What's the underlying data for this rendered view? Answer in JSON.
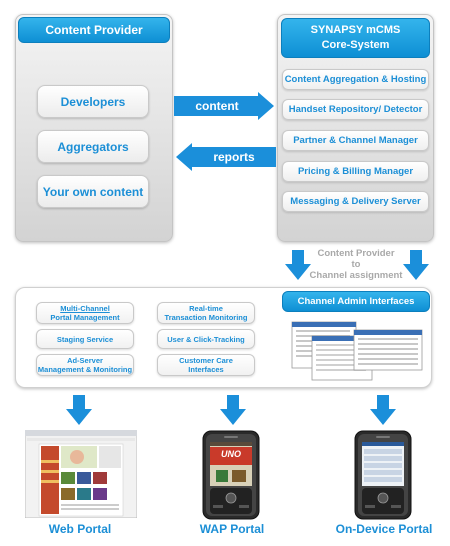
{
  "content_provider": {
    "header": "Content Provider",
    "items": [
      "Developers",
      "Aggregators",
      "Your own content"
    ]
  },
  "core_system": {
    "header_line1": "SYNAPSY mCMS",
    "header_line2": "Core-System",
    "items": [
      "Content Aggregation & Hosting",
      "Handset Repository/ Detector",
      "Partner & Channel Manager",
      "Pricing & Billing Manager",
      "Messaging & Delivery Server"
    ]
  },
  "flows": {
    "content": "content",
    "reports": "reports"
  },
  "assignment": {
    "line1": "Content Provider",
    "line2": "to",
    "line3": "Channel assignment"
  },
  "channel_admin": {
    "header": "Channel Admin Interfaces",
    "left_items": [
      {
        "line1": "Multi-Channel",
        "line2": "Portal Management"
      },
      {
        "line1": "Staging Service",
        "line2": ""
      },
      {
        "line1": "Ad-Server",
        "line2": "Management & Monitoring"
      }
    ],
    "right_items": [
      {
        "line1": "Real-time",
        "line2": "Transaction Monitoring"
      },
      {
        "line1": "User & Click-Tracking",
        "line2": ""
      },
      {
        "line1": "Customer Care",
        "line2": "Interfaces"
      }
    ]
  },
  "outputs": {
    "web": "Web Portal",
    "wap": "WAP Portal",
    "device": "On-Device Portal",
    "wap_screen_logo": "UNO"
  },
  "colors": {
    "accent": "#1c8fd6",
    "header_blue": "#1a9fe0",
    "arrow_blue": "#1b8fda",
    "muted_text": "#a9a9a9"
  }
}
